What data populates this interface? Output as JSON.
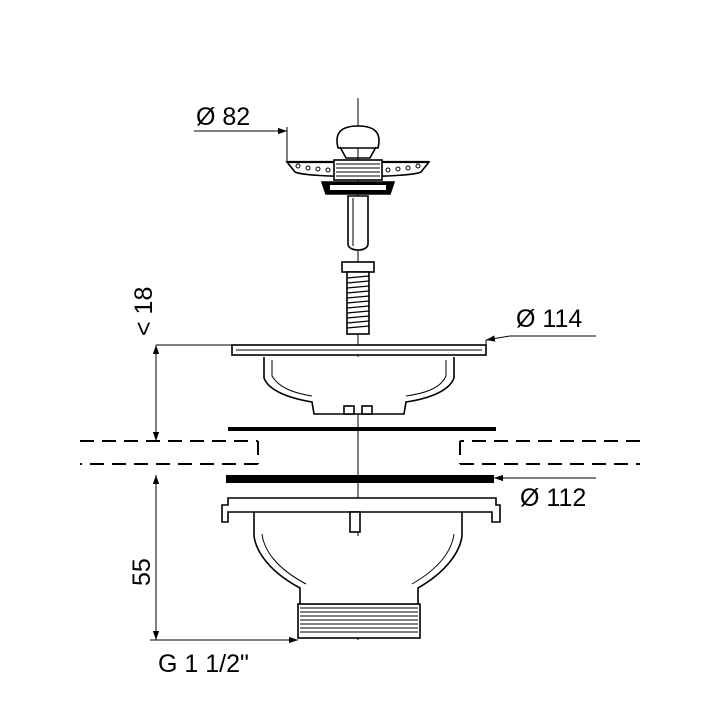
{
  "drawing": {
    "colors": {
      "line": "#000000",
      "background": "#ffffff"
    },
    "dimensions": {
      "strainer_diameter": "Ø 82",
      "flange_diameter": "Ø 114",
      "gasket_diameter": "Ø 112",
      "max_thickness": "< 18",
      "height": "55",
      "thread": "G 1 1/2\""
    }
  }
}
